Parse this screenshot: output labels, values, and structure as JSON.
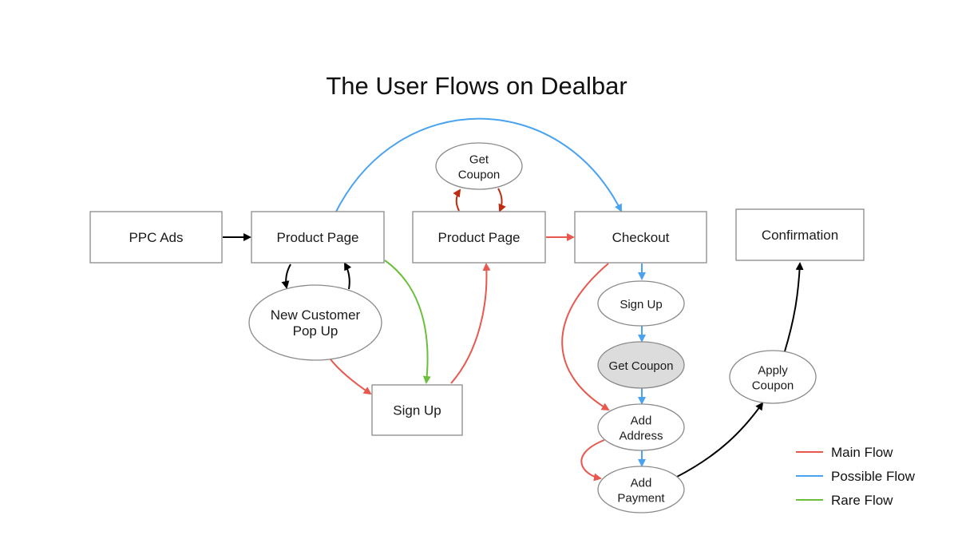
{
  "title": "The User Flows on Dealbar",
  "colors": {
    "main": "#e8584f",
    "possible": "#4aa3f0",
    "rare": "#6cbf3a",
    "neutral": "#000000",
    "dark_red": "#c02a10"
  },
  "nodes": [
    {
      "id": "ppc",
      "label": [
        "PPC Ads"
      ],
      "shape": "rect"
    },
    {
      "id": "pp1",
      "label": [
        "Product Page"
      ],
      "shape": "rect"
    },
    {
      "id": "pp2",
      "label": [
        "Product Page"
      ],
      "shape": "rect"
    },
    {
      "id": "checkout",
      "label": [
        "Checkout"
      ],
      "shape": "rect"
    },
    {
      "id": "confirm",
      "label": [
        "Confirmation"
      ],
      "shape": "rect"
    },
    {
      "id": "signup1",
      "label": [
        "Sign Up"
      ],
      "shape": "rect"
    },
    {
      "id": "popup",
      "label": [
        "New Customer",
        "Pop Up"
      ],
      "shape": "ellipse"
    },
    {
      "id": "coupon1",
      "label": [
        "Get",
        "Coupon"
      ],
      "shape": "ellipse"
    },
    {
      "id": "signup2",
      "label": [
        "Sign Up"
      ],
      "shape": "ellipse"
    },
    {
      "id": "coupon2",
      "label": [
        "Get Coupon"
      ],
      "shape": "ellipse",
      "shaded": true
    },
    {
      "id": "address",
      "label": [
        "Add",
        "Address"
      ],
      "shape": "ellipse"
    },
    {
      "id": "payment",
      "label": [
        "Add",
        "Payment"
      ],
      "shape": "ellipse"
    },
    {
      "id": "apply",
      "label": [
        "Apply",
        "Coupon"
      ],
      "shape": "ellipse"
    }
  ],
  "edges": [
    {
      "from": "ppc",
      "to": "pp1",
      "flow": "neutral"
    },
    {
      "from": "pp1",
      "to": "popup",
      "flow": "neutral"
    },
    {
      "from": "popup",
      "to": "pp1",
      "flow": "neutral"
    },
    {
      "from": "pp1",
      "to": "checkout",
      "flow": "possible"
    },
    {
      "from": "pp1",
      "to": "signup1",
      "flow": "rare"
    },
    {
      "from": "popup",
      "to": "signup1",
      "flow": "main"
    },
    {
      "from": "signup1",
      "to": "pp2",
      "flow": "main"
    },
    {
      "from": "pp2",
      "to": "coupon1",
      "flow": "dark_red"
    },
    {
      "from": "coupon1",
      "to": "pp2",
      "flow": "dark_red"
    },
    {
      "from": "pp2",
      "to": "checkout",
      "flow": "main"
    },
    {
      "from": "checkout",
      "to": "signup2",
      "flow": "possible"
    },
    {
      "from": "signup2",
      "to": "coupon2",
      "flow": "possible"
    },
    {
      "from": "coupon2",
      "to": "address",
      "flow": "possible"
    },
    {
      "from": "checkout",
      "to": "address",
      "flow": "main"
    },
    {
      "from": "address",
      "to": "payment",
      "flow": "possible"
    },
    {
      "from": "address",
      "to": "payment",
      "flow": "main"
    },
    {
      "from": "payment",
      "to": "apply",
      "flow": "neutral"
    },
    {
      "from": "apply",
      "to": "confirm",
      "flow": "neutral"
    }
  ],
  "legend": [
    {
      "label": "Main Flow",
      "flow": "main"
    },
    {
      "label": "Possible Flow",
      "flow": "possible"
    },
    {
      "label": "Rare Flow",
      "flow": "rare"
    }
  ]
}
